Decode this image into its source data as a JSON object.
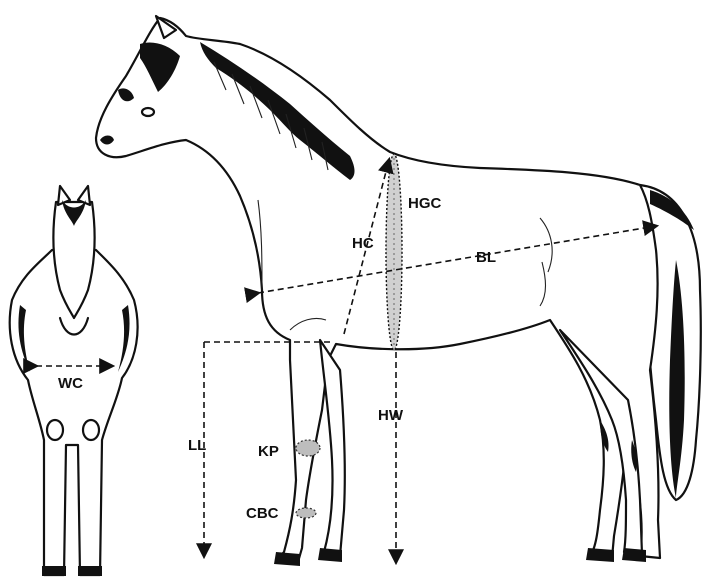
{
  "labels": {
    "hgc": "HGC",
    "hc": "HC",
    "bl": "BL",
    "wc": "WC",
    "ll": "LL",
    "kp": "KP",
    "hw": "HW",
    "cbc": "CBC"
  }
}
